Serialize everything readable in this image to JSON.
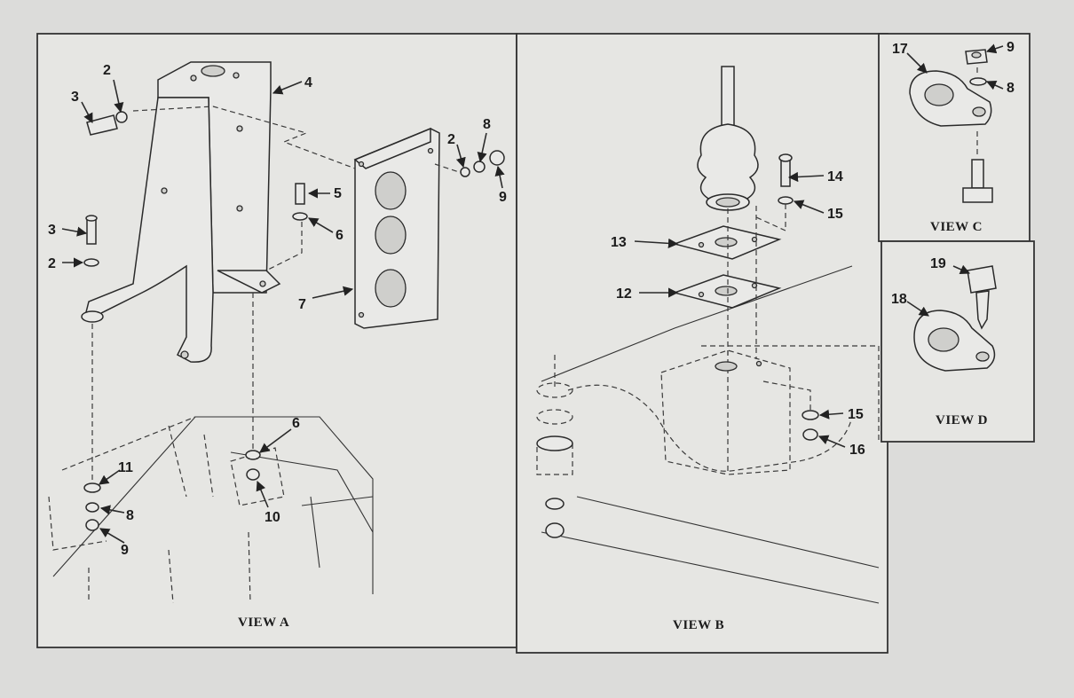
{
  "views": {
    "a": {
      "caption": "VIEW A",
      "callouts": [
        "2",
        "3",
        "4",
        "2",
        "8",
        "9",
        "5",
        "3",
        "6",
        "2",
        "7",
        "6",
        "11",
        "8",
        "9",
        "10"
      ]
    },
    "b": {
      "caption": "VIEW B",
      "callouts": [
        "14",
        "15",
        "13",
        "12",
        "15",
        "16"
      ]
    },
    "c": {
      "caption": "VIEW C",
      "callouts": [
        "17",
        "9",
        "8"
      ]
    },
    "d": {
      "caption": "VIEW D",
      "callouts": [
        "19",
        "18"
      ]
    }
  }
}
